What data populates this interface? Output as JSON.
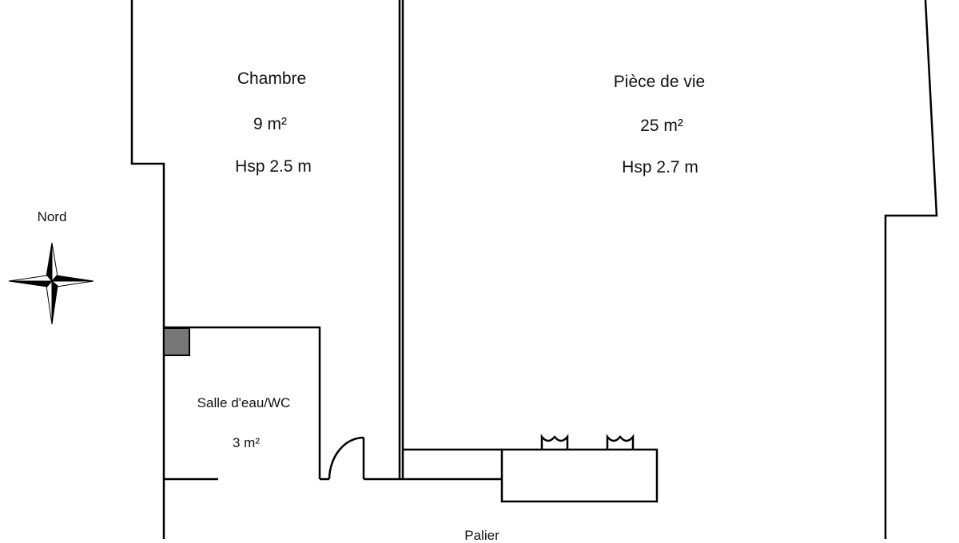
{
  "colors": {
    "wall": "#000000",
    "background": "#ffffff",
    "shaft_fill": "#777777"
  },
  "compass": {
    "label": "Nord",
    "icon": "compass-rose-icon"
  },
  "rooms": {
    "chambre": {
      "name": "Chambre",
      "area": "9 m²",
      "height": "Hsp  2.5 m"
    },
    "piece_de_vie": {
      "name": "Pièce de vie",
      "area": "25 m²",
      "height": "Hsp  2.7 m"
    },
    "salle_deau": {
      "name": "Salle d'eau/WC",
      "area": "3 m²"
    },
    "palier": {
      "name": "Palier"
    }
  }
}
